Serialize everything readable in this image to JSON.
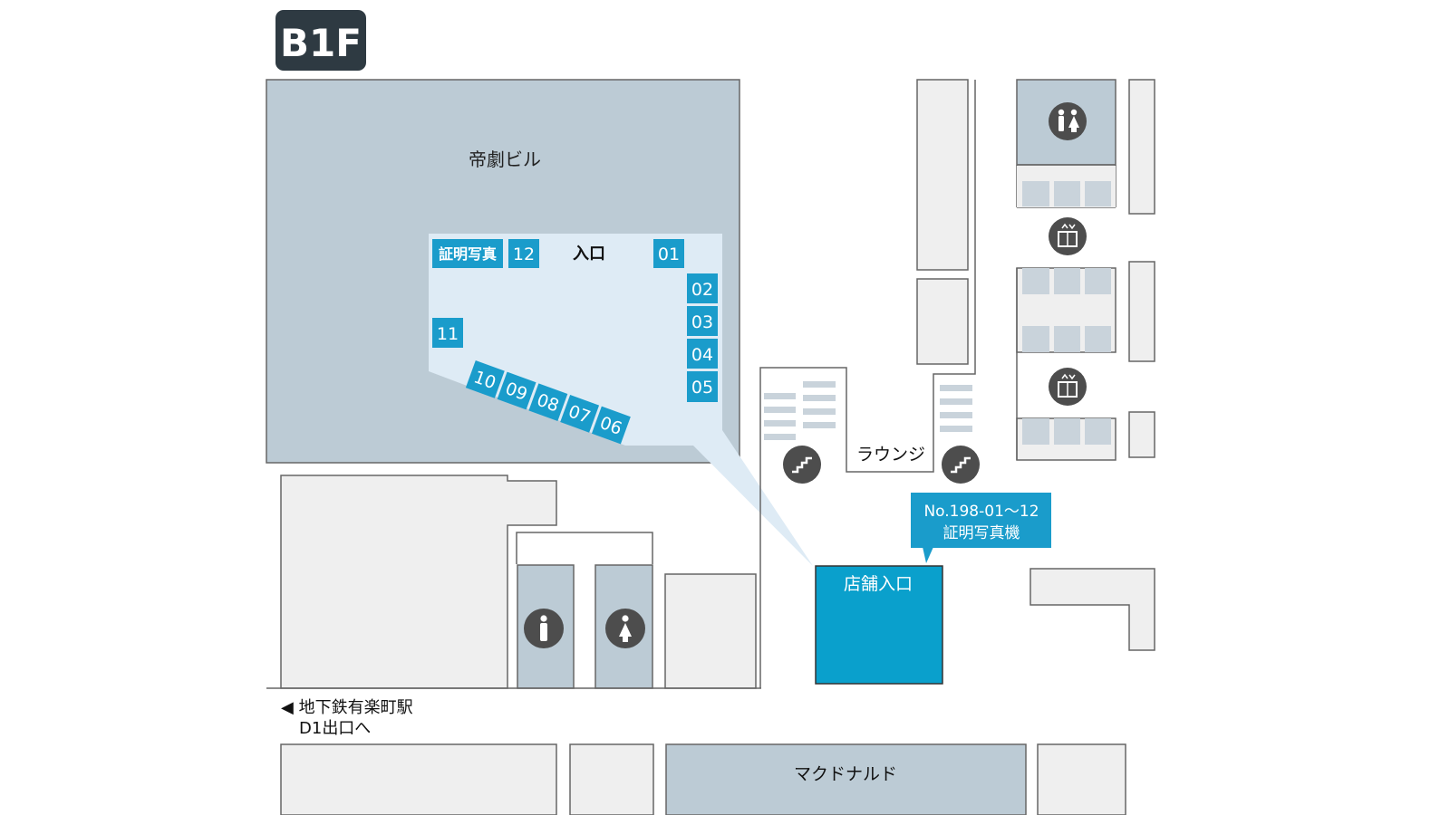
{
  "floor": "B1F",
  "areas": {
    "building": "帝劇ビル",
    "entrance": "入口",
    "lounge": "ラウンジ",
    "store_entrance": "店舗入口",
    "mcdonalds": "マクドナルド"
  },
  "booths": {
    "photo": "証明写真",
    "b01": "01",
    "b02": "02",
    "b03": "03",
    "b04": "04",
    "b05": "05",
    "b06": "06",
    "b07": "07",
    "b08": "08",
    "b09": "09",
    "b10": "10",
    "b11": "11",
    "b12": "12"
  },
  "callout": {
    "line1": "No.198-01〜12",
    "line2": "証明写真機"
  },
  "directions": {
    "line1": "◀ 地下鉄有楽町駅",
    "line2": "D1出口へ"
  },
  "icons": {
    "restroom": "restroom-icon",
    "elevator": "elevator-icon",
    "stairs": "stairs-icon",
    "men_restroom": "men-restroom-icon",
    "women_restroom": "women-restroom-icon"
  },
  "colors": {
    "building": "#bccbd5",
    "highlight": "#deebf5",
    "booth": "#1a9ccb",
    "store": "#0aa0cc",
    "icon_bg": "#4d4d4d",
    "floor_badge": "#2e3a42"
  }
}
